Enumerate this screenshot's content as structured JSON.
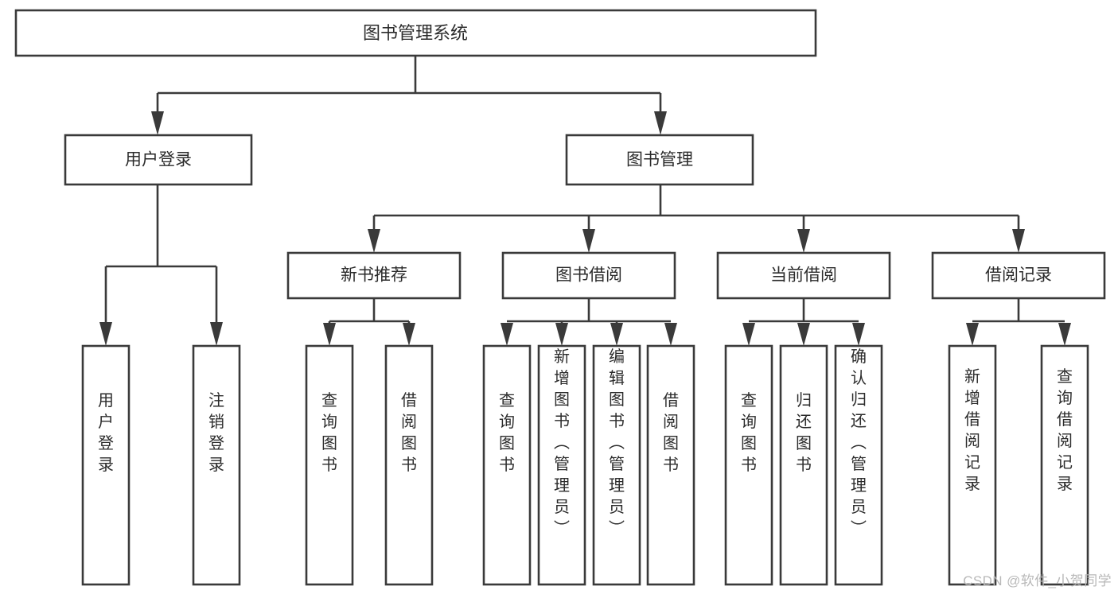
{
  "diagram": {
    "title": "图书管理系统",
    "type": "hierarchy-tree",
    "orientation": "top-down",
    "root": {
      "label": "图书管理系统"
    },
    "level1": [
      {
        "label": "用户登录"
      },
      {
        "label": "图书管理"
      }
    ],
    "level2": [
      {
        "label": "新书推荐"
      },
      {
        "label": "图书借阅"
      },
      {
        "label": "当前借阅"
      },
      {
        "label": "借阅记录"
      }
    ],
    "leaves": {
      "user_login": [
        {
          "label": "用户登录"
        },
        {
          "label": "注销登录"
        }
      ],
      "new_book_recommend": [
        {
          "label": "查询图书"
        },
        {
          "label": "借阅图书"
        }
      ],
      "book_borrow": [
        {
          "label": "查询图书"
        },
        {
          "label": "新增图书（管理员）"
        },
        {
          "label": "编辑图书（管理员）"
        },
        {
          "label": "借阅图书"
        }
      ],
      "current_borrow": [
        {
          "label": "查询图书"
        },
        {
          "label": "归还图书"
        },
        {
          "label": "确认归还（管理员）"
        }
      ],
      "borrow_record": [
        {
          "label": "新增借阅记录"
        },
        {
          "label": "查询借阅记录"
        }
      ]
    }
  },
  "watermark": {
    "text": "CSDN @软件_小贺同学"
  },
  "colors": {
    "stroke": "#3a3a3a",
    "box_fill": "#ffffff",
    "text": "#2b2b2b",
    "background": "#ffffff",
    "watermark": "#b8b8b8"
  }
}
